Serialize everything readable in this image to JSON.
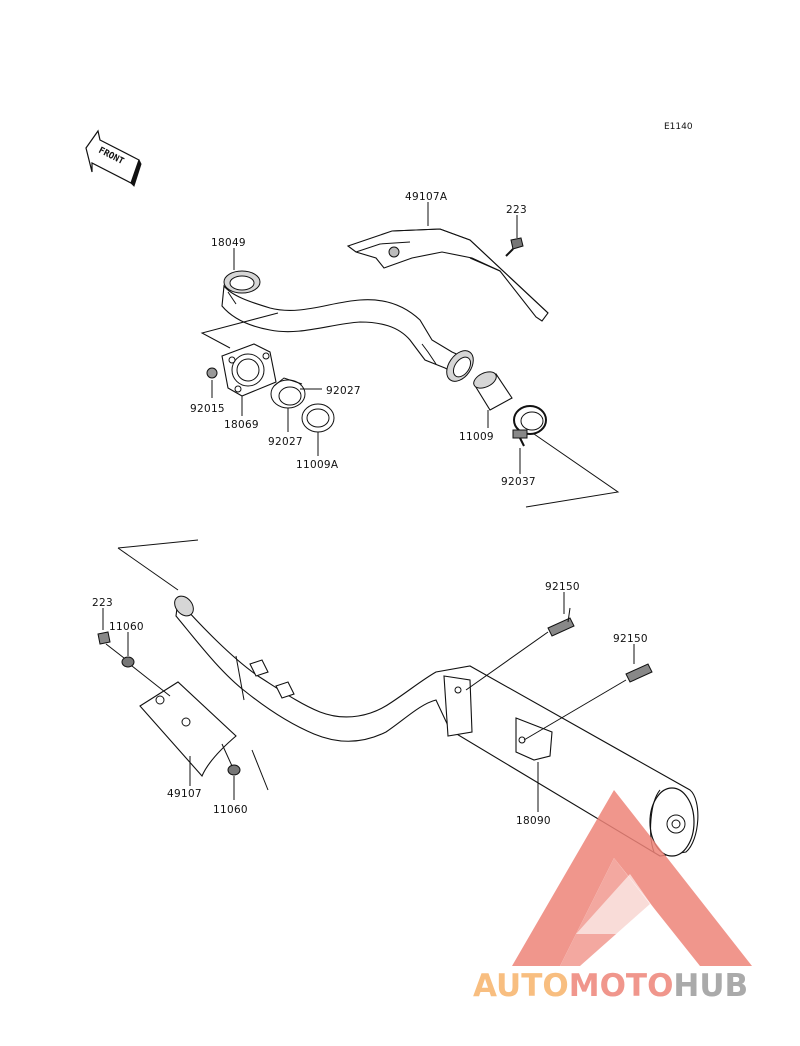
{
  "diagram_code": "E1140",
  "front_label": "FRONT",
  "parts": {
    "p49107A": "49107A",
    "p223_top": "223",
    "p18049": "18049",
    "p92015": "92015",
    "p18069": "18069",
    "p92027_right": "92027",
    "p92027_bottom": "92027",
    "p11009A": "11009A",
    "p11009": "11009",
    "p92037": "92037",
    "p92150_a": "92150",
    "p92150_b": "92150",
    "p223_left": "223",
    "p11060_top": "11060",
    "p49107": "49107",
    "p11060_bottom": "11060",
    "p18090": "18090"
  },
  "watermark": {
    "part1": "AUTO",
    "part2": "MOTO",
    "part3": "HUB",
    "color_orange": "#f7b36a",
    "color_red": "#ee8479",
    "color_gray": "#9c9c9c"
  }
}
